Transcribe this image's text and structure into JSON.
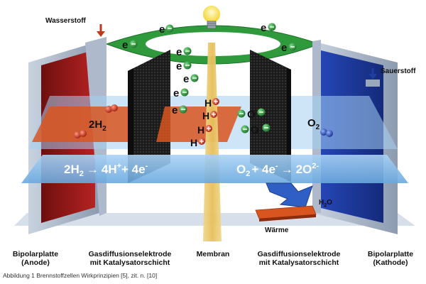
{
  "diagram": {
    "hydrogen_inlet": "Wasserstoff",
    "oxygen_inlet": "Sauerstoff",
    "electron_symbol": "e",
    "proton_symbol": "H",
    "oxygen_ion_symbol": "O",
    "h2_molecule": "2H",
    "h2_sub": "2",
    "o2_molecule": "O",
    "o2_sub": "2",
    "anode_reaction": {
      "lhs": "2H",
      "lhs_sub": "2",
      "arrow": "→",
      "rhs_a": "4H",
      "rhs_a_sup": "+",
      "rhs_b": "+ 4e",
      "rhs_b_sup": "-"
    },
    "cathode_reaction": {
      "lhs": "O",
      "lhs_sub": "2",
      "lhs_b": "+ 4e",
      "lhs_b_sup": "-",
      "arrow": "→",
      "rhs": "2O",
      "rhs_sup": "2-"
    },
    "water_output": "H",
    "water_sub": "2",
    "water_o": "O",
    "heat_output": "Wärme"
  },
  "labels": {
    "anode_plate": {
      "line1": "Bipolarplatte",
      "line2": "(Anode)"
    },
    "gde_left": {
      "line1": "Gasdiffusionselektrode",
      "line2": "mit Katalysatorschicht"
    },
    "membrane": {
      "line1": "Membran"
    },
    "gde_right": {
      "line1": "Gasdiffusionselektrode",
      "line2": "mit Katalysatorschicht"
    },
    "cathode_plate": {
      "line1": "Bipolarplatte",
      "line2": "(Kathode)"
    }
  },
  "caption": "Abbildung 1 Brennstoffzellen Wirkprinzipien [5], zit. n. [10]",
  "colors": {
    "anode": "#9c1c1c",
    "cathode": "#1f3ea0",
    "circuit": "#2f9a3c",
    "electrolyte": "#8fc3ee",
    "catalyst": "#1e1e1e",
    "membrane": "#e3c16a",
    "reaction_zone": "#d9551f"
  }
}
